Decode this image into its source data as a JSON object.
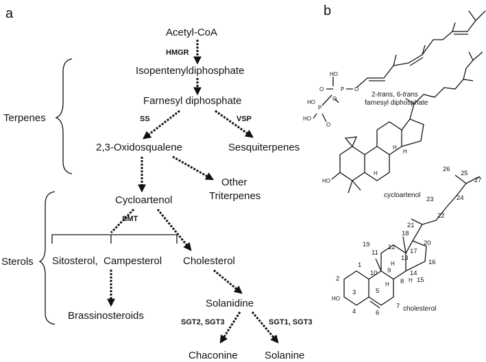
{
  "panels": {
    "a": "a",
    "b": "b"
  },
  "groups": {
    "terpenes": "Terpenes",
    "sterols": "Sterols"
  },
  "nodes": {
    "acetyl_coa": "Acetyl-CoA",
    "ipp": "Isopentenyldiphosphate",
    "fpp": "Farnesyl diphosphate",
    "oxidosqualene": "2,3-Oxidosqualene",
    "sesquiterpenes": "Sesquiterpenes",
    "other_1": "Other",
    "other_2": "Triterpenes",
    "cycloartenol": "Cycloartenol",
    "sitosterol": "Sitosterol,",
    "campesterol": "Campesterol",
    "cholesterol": "Cholesterol",
    "brassinosteroids": "Brassinosteroids",
    "solanidine": "Solanidine",
    "chaconine": "Chaconine",
    "solanine": "Solanine"
  },
  "enzymes": {
    "hmgr": "HMGR",
    "ss": "SS",
    "vsp": "VSP",
    "smt": "SMT",
    "sgt23": "SGT2, SGT3",
    "sgt13": "SGT1, SGT3"
  },
  "structures": {
    "fpp_caption_1a": "2-",
    "fpp_caption_1b": "trans",
    "fpp_caption_1c": ", 6-",
    "fpp_caption_1d": "trans",
    "fpp_caption_2": "farnesyl diphosphate",
    "cycloartenol": "cycloartenol",
    "cholesterol": "cholesterol"
  },
  "atoms": {
    "ho": "HO",
    "p": "P",
    "o": "O",
    "h": "H"
  },
  "numbering": [
    "1",
    "2",
    "3",
    "4",
    "5",
    "6",
    "7",
    "8",
    "9",
    "10",
    "11",
    "12",
    "13",
    "14",
    "15",
    "16",
    "17",
    "18",
    "19",
    "20",
    "21",
    "22",
    "23",
    "24",
    "25",
    "26",
    "27"
  ]
}
